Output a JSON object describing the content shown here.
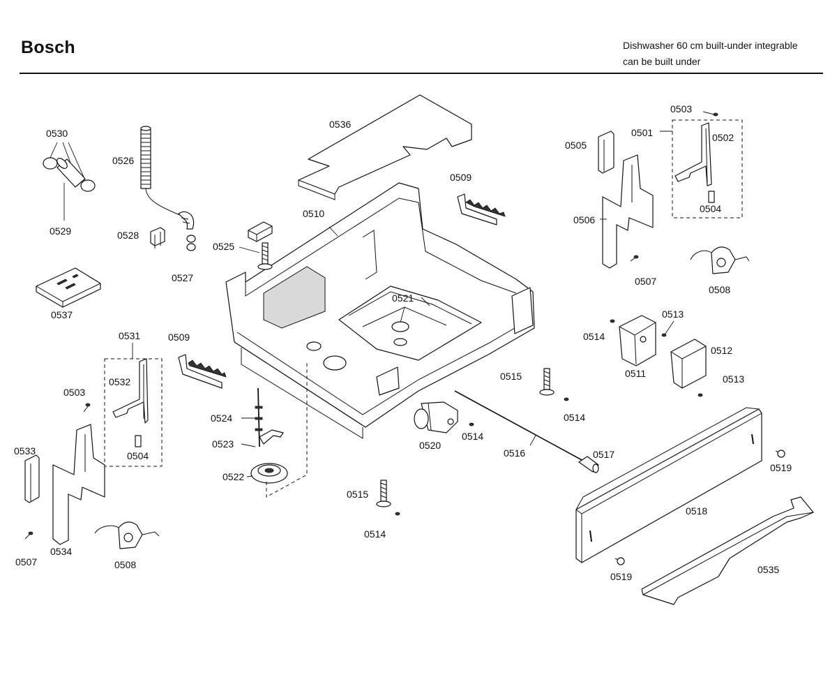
{
  "header": {
    "brand": "Bosch",
    "description_line1": "Dishwasher 60 cm built-under integrable",
    "description_line2": "can be built under"
  },
  "labels": {
    "p0501": "0501",
    "p0502": "0502",
    "p0503": "0503",
    "p0504": "0504",
    "p0505": "0505",
    "p0506": "0506",
    "p0507": "0507",
    "p0508": "0508",
    "p0509": "0509",
    "p0510": "0510",
    "p0511": "0511",
    "p0512": "0512",
    "p0513": "0513",
    "p0514": "0514",
    "p0515": "0515",
    "p0516": "0516",
    "p0517": "0517",
    "p0518": "0518",
    "p0519": "0519",
    "p0520": "0520",
    "p0521": "0521",
    "p0522": "0522",
    "p0523": "0523",
    "p0524": "0524",
    "p0525": "0525",
    "p0526": "0526",
    "p0527": "0527",
    "p0528": "0528",
    "p0529": "0529",
    "p0530": "0530",
    "p0531": "0531",
    "p0532": "0532",
    "p0533": "0533",
    "p0534": "0534",
    "p0535": "0535",
    "p0536": "0536",
    "p0537": "0537"
  }
}
